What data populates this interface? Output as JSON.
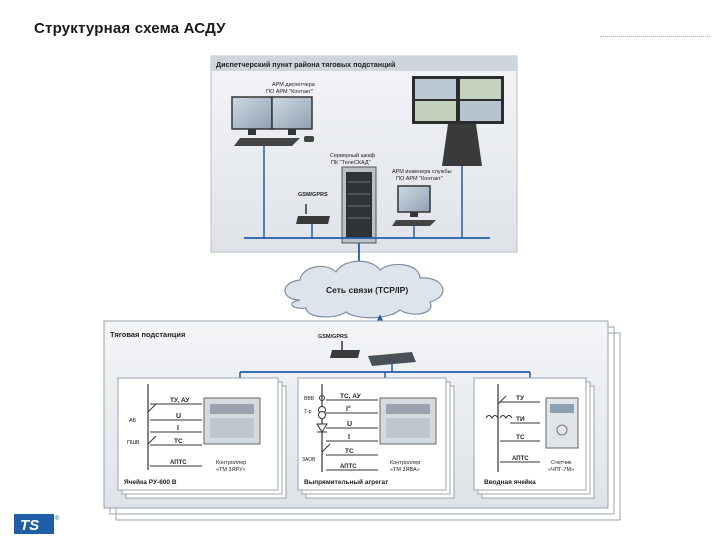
{
  "page": {
    "title": "Структурная схема АСДУ"
  },
  "control_center": {
    "label": "Диспетчерский пункт района тяговых подстанций",
    "arm_dispatcher": [
      "АРМ диспетчера",
      "ПО АРМ \"Контакт\""
    ],
    "server_cabinet": [
      "Серверный шкаф",
      "ПК \"ТелеСКАД\""
    ],
    "arm_engineer": [
      "АРМ инженера службы",
      "ПО АРМ \"Контакт\""
    ],
    "gsm_label": "GSM/GPRS"
  },
  "network": {
    "label": "Сеть связи (TCP/IP)"
  },
  "substation": {
    "label": "Тяговая подстанция",
    "gsm_label": "GSM/GPRS",
    "cell1": {
      "caption": "Ячейка РУ-600 В",
      "signals": [
        "ТУ, АУ",
        "U",
        "I",
        "ТС",
        "АПТС"
      ],
      "left_labels": [
        "АБ",
        "ПШВ"
      ],
      "controller": [
        "Контроллер",
        "«ТМ 3ЯРУ»"
      ]
    },
    "cell2": {
      "caption": "Выпрямительный агрегат",
      "signals": [
        "ТС, АУ",
        "I°",
        "U",
        "I",
        "ТС",
        "АПТС"
      ],
      "left_labels": [
        "ВВВ",
        "Т-р",
        "ЗАОВ"
      ],
      "controller": [
        "Контроллер",
        "«ТМ 3ЯВА»"
      ]
    },
    "cell3": {
      "caption": "Вводная ячейка",
      "signals": [
        "ТУ",
        "ТИ",
        "ТС",
        "АПТС"
      ],
      "meter": [
        "Счетчик",
        "«ЧПГ-7М»"
      ]
    }
  },
  "logo": {
    "text": "TS",
    "mark": "®"
  },
  "colors": {
    "frame": "#9aa3ad",
    "panel": "#e9ecef",
    "line": "#1f5fa8",
    "cloud": "#dde4ec"
  }
}
